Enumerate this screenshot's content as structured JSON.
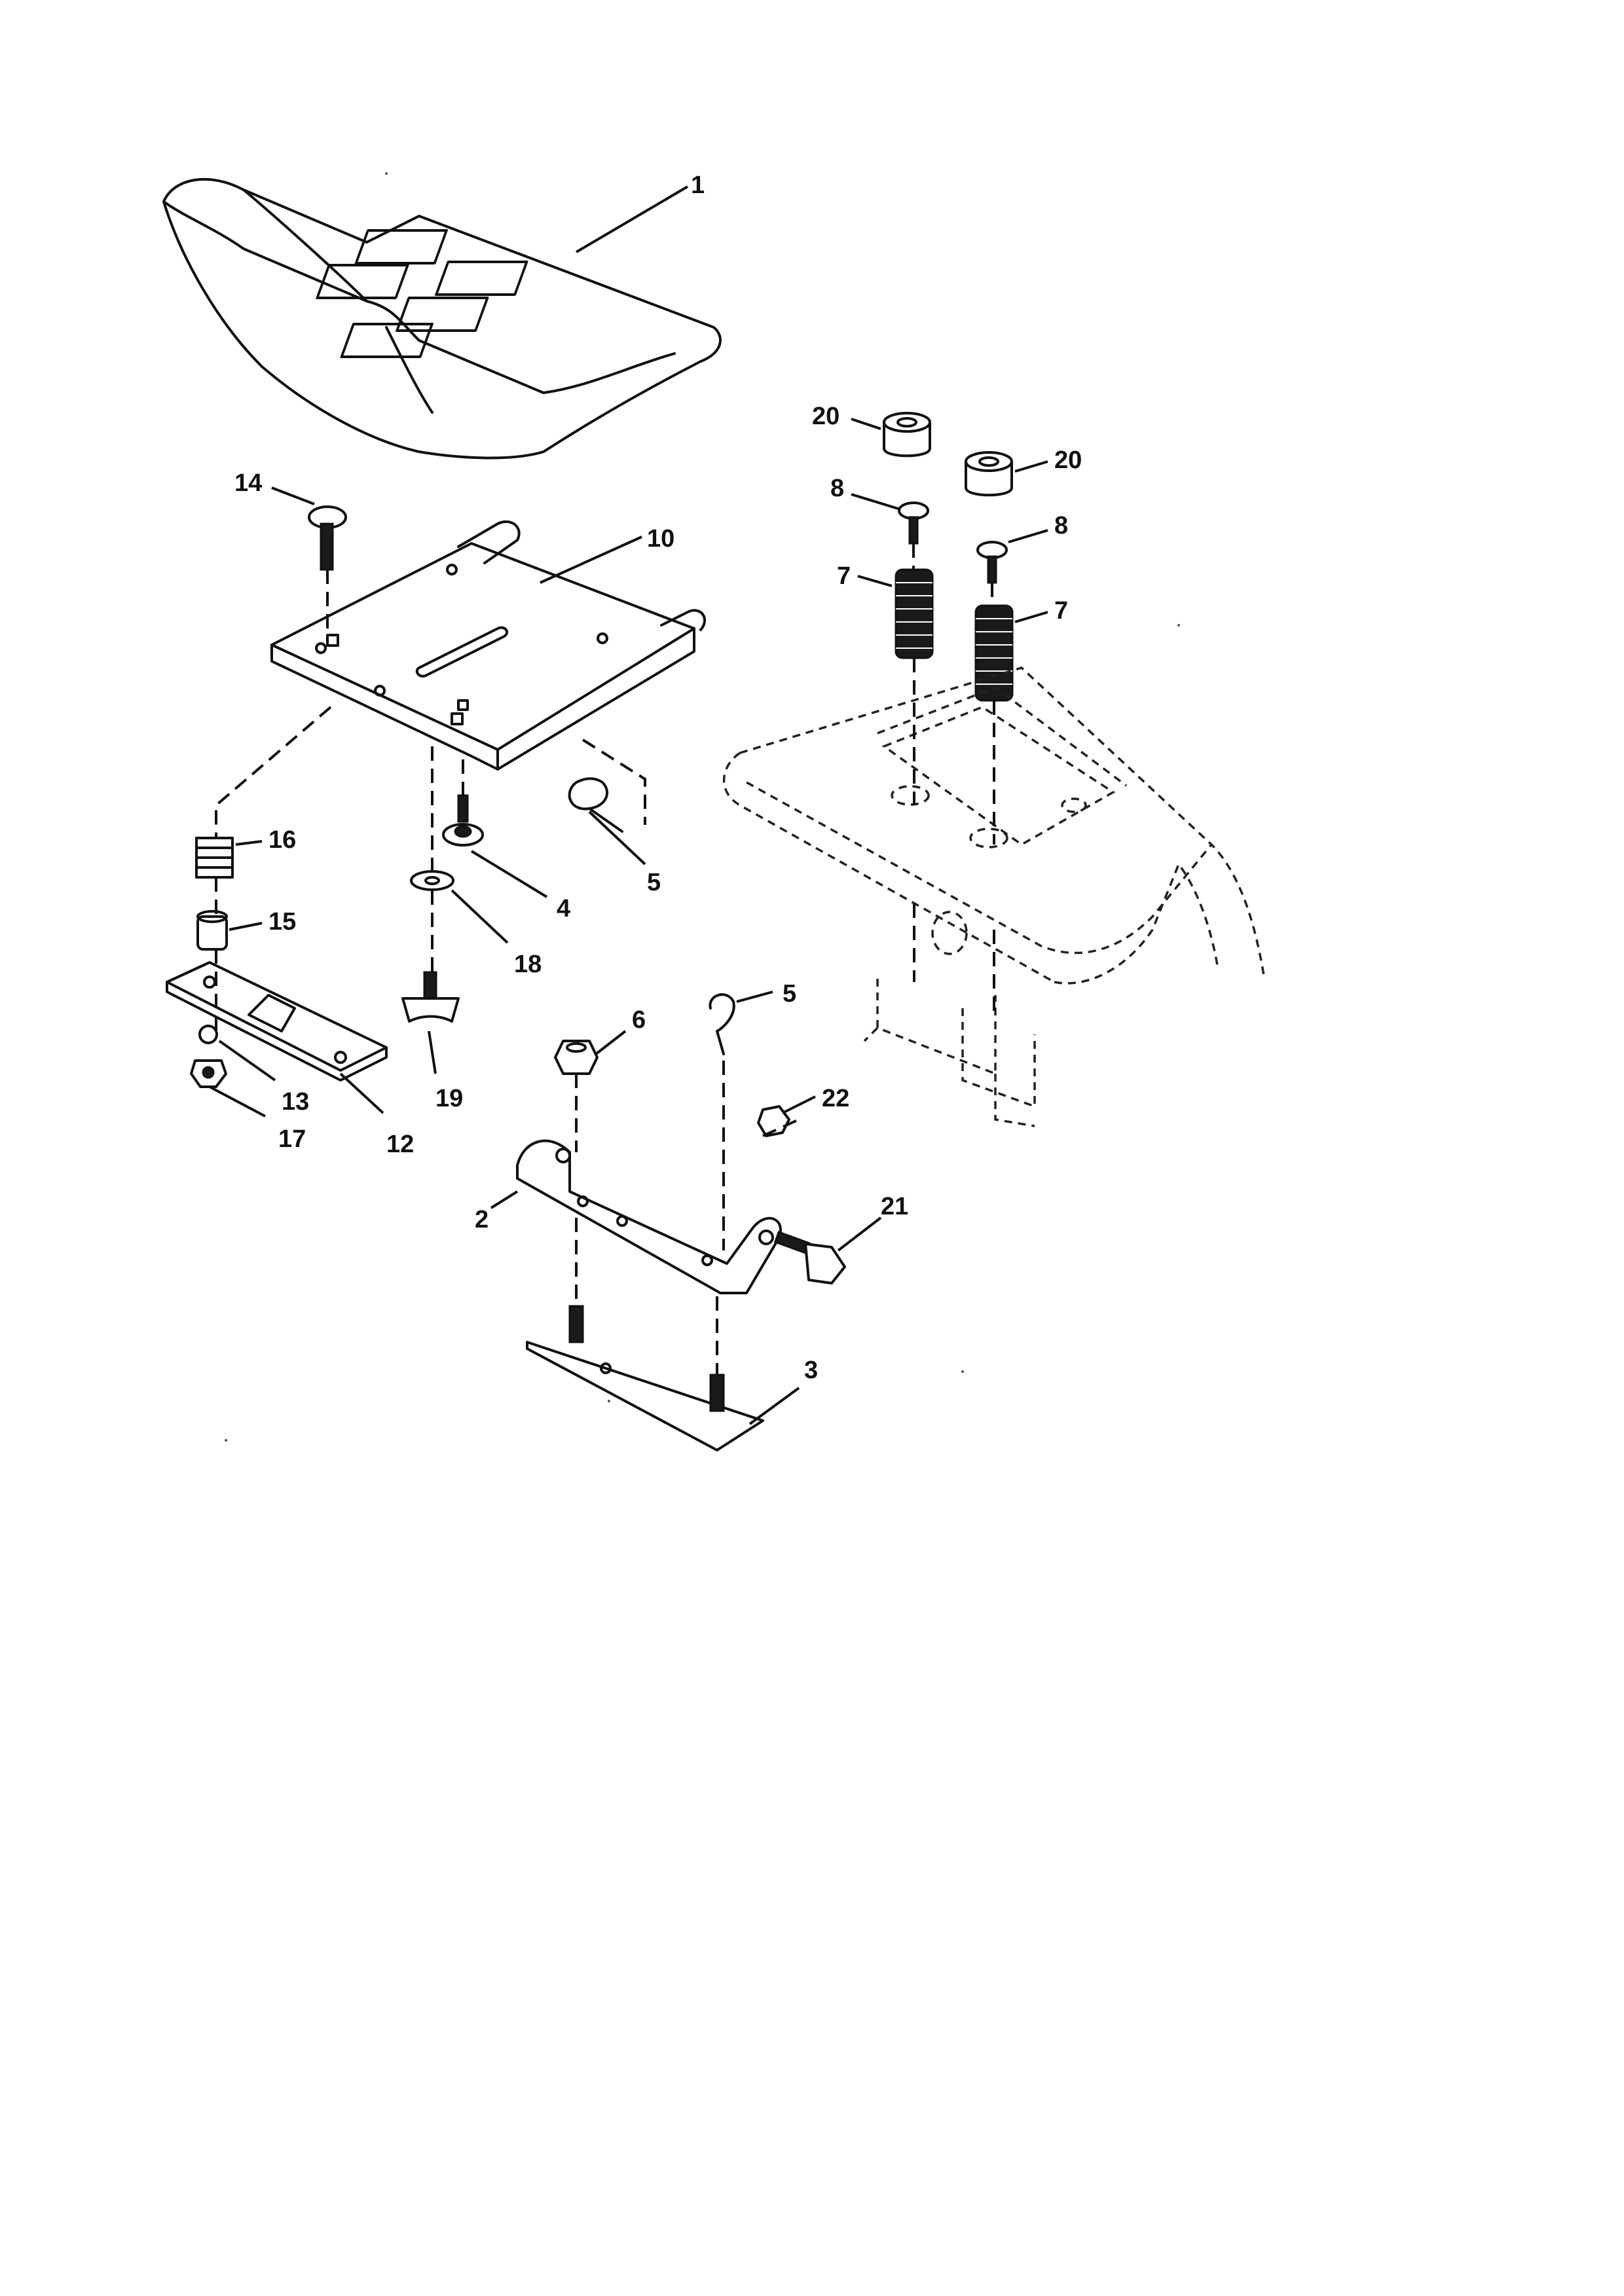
{
  "callouts": {
    "c1": "1",
    "c14": "14",
    "c10": "10",
    "c20a": "20",
    "c20b": "20",
    "c8a": "8",
    "c8b": "8",
    "c7a": "7",
    "c7b": "7",
    "c16": "16",
    "c15": "15",
    "c4": "4",
    "c5a": "5",
    "c18": "18",
    "c19": "19",
    "c13": "13",
    "c17": "17",
    "c12": "12",
    "c6": "6",
    "c5b": "5",
    "c22": "22",
    "c2": "2",
    "c21": "21",
    "c3": "3"
  }
}
